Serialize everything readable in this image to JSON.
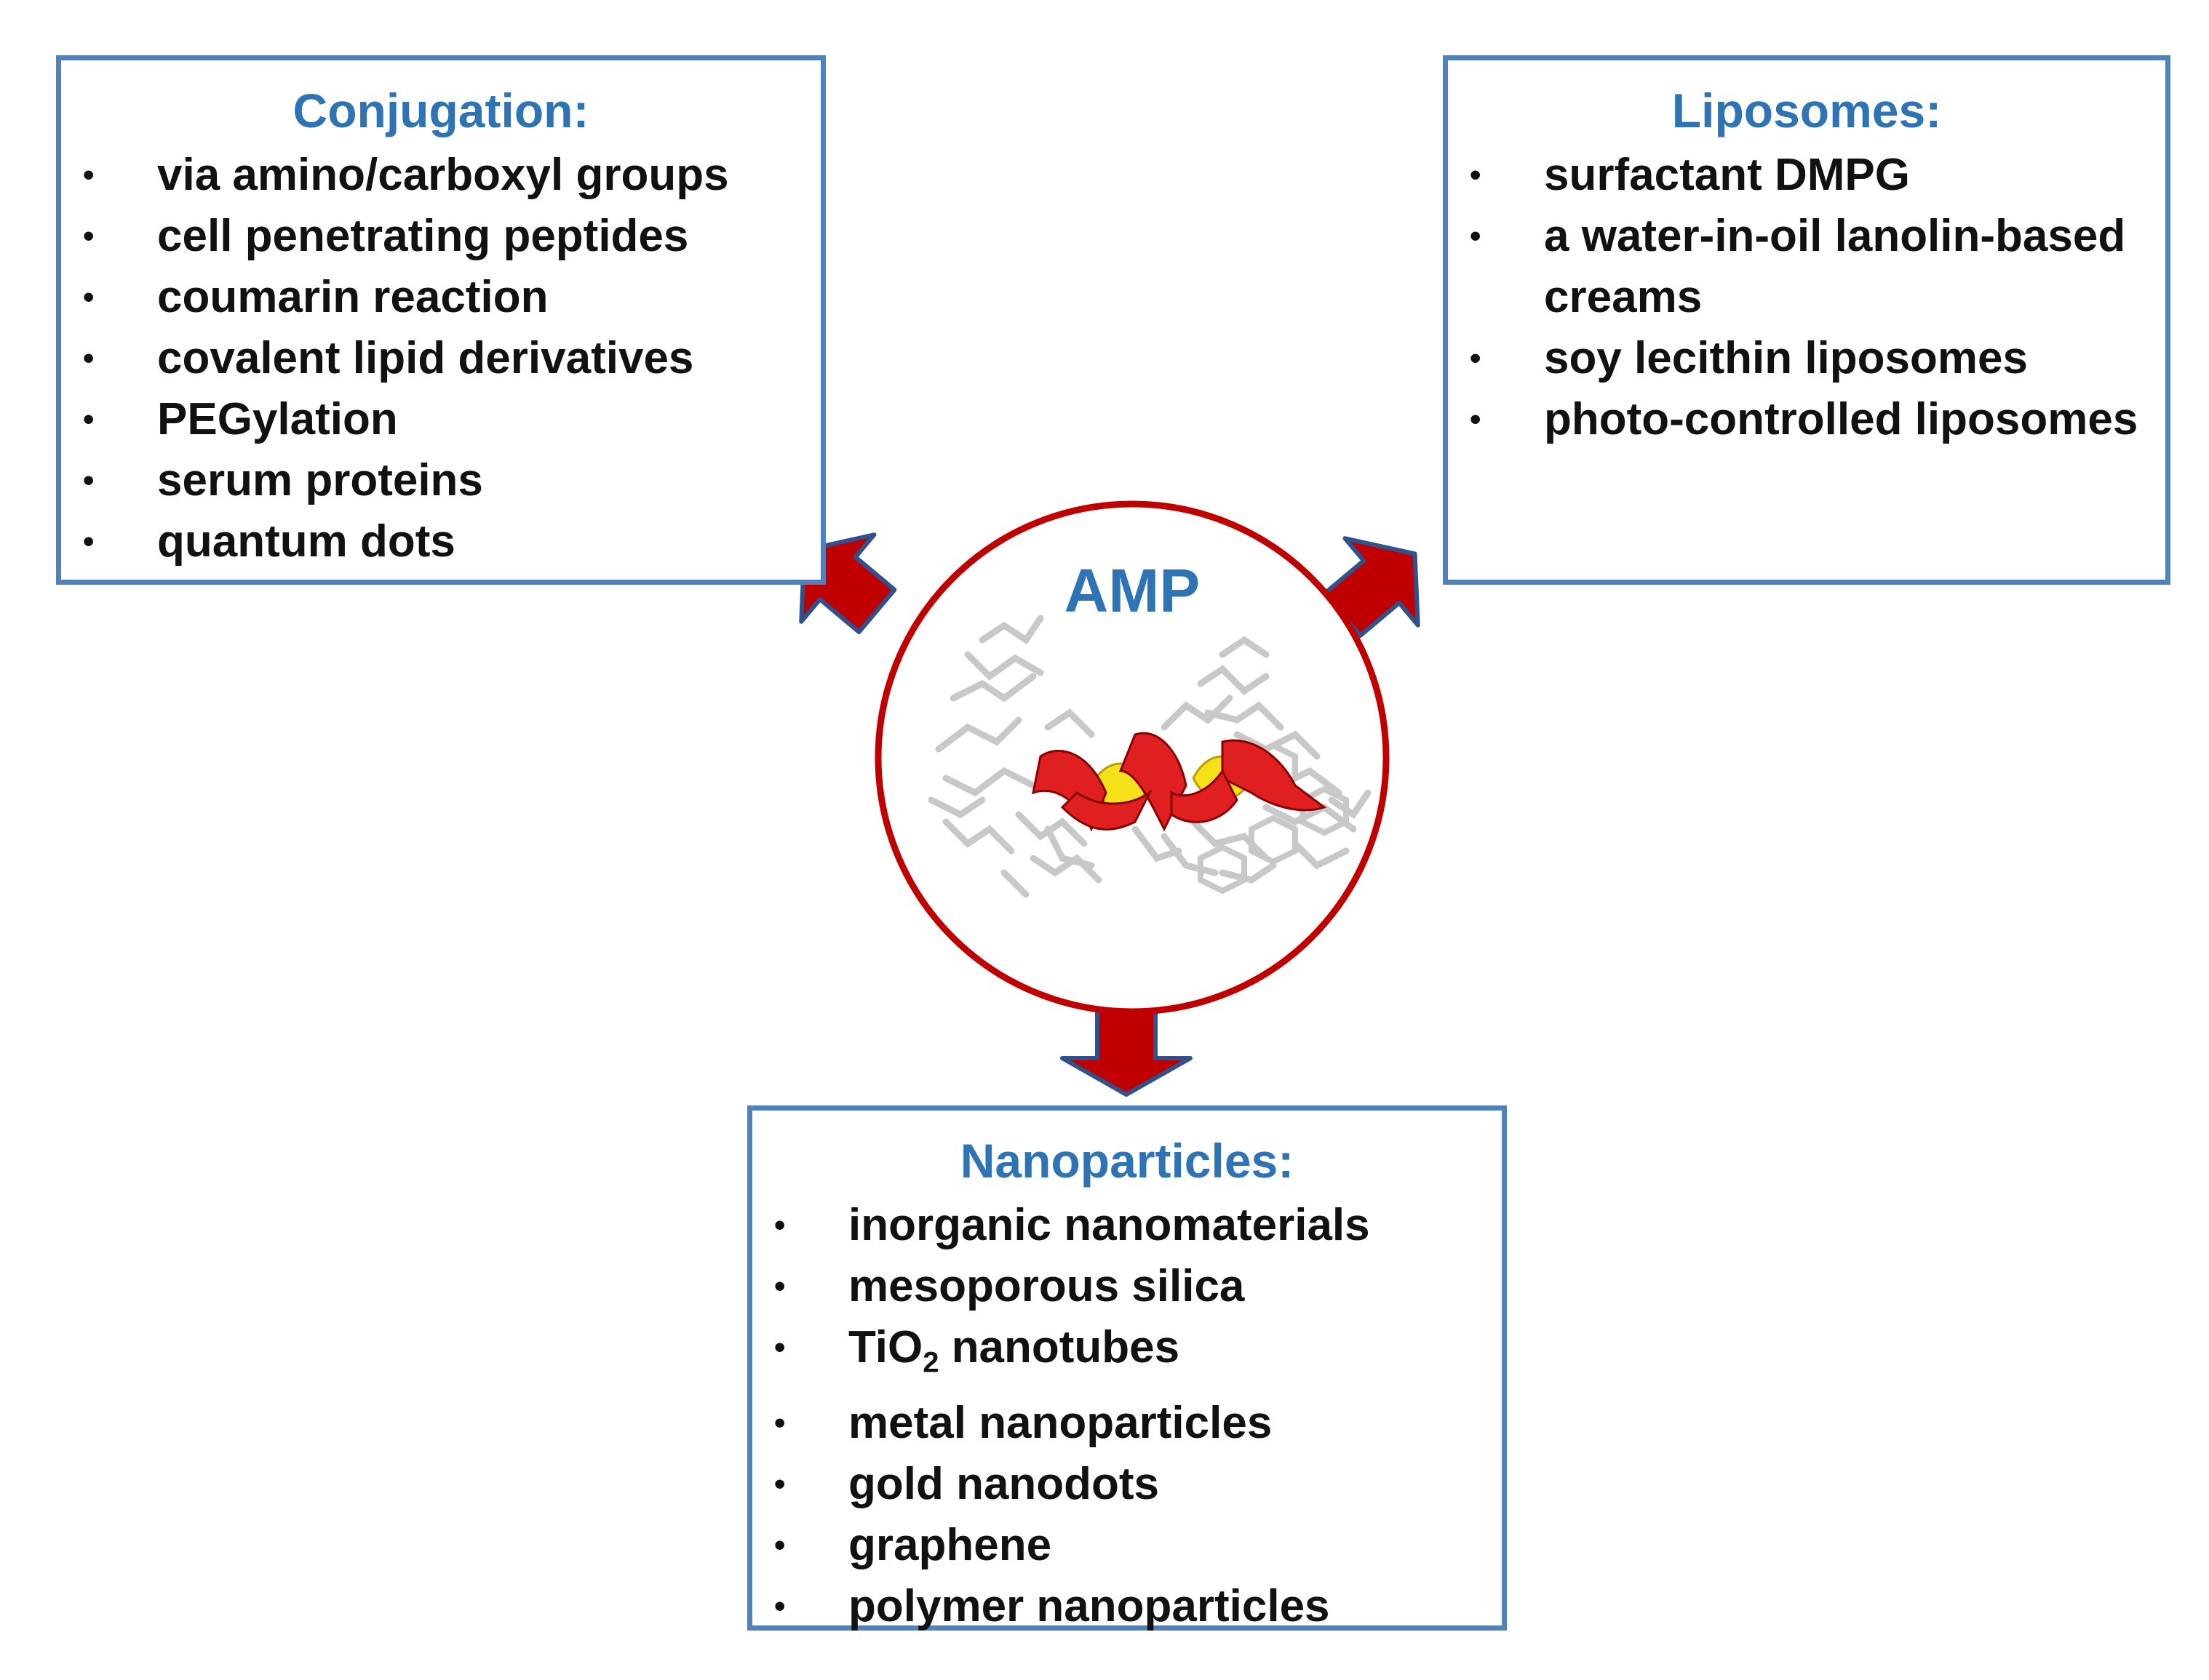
{
  "center": {
    "label": "AMP",
    "ring_color": "#c00000",
    "label_color": "#2e74b5"
  },
  "boxes": {
    "conjugation": {
      "title": "Conjugation:",
      "items": [
        "via amino/carboxyl groups",
        "cell penetrating peptides",
        "coumarin reaction",
        "covalent lipid derivatives",
        "PEGylation",
        "serum proteins",
        "quantum dots"
      ]
    },
    "liposomes": {
      "title": "Liposomes:",
      "items": [
        "surfactant DMPG",
        "a water-in-oil lanolin-based creams",
        "soy lecithin liposomes",
        "photo-controlled liposomes"
      ]
    },
    "nanoparticles": {
      "title": "Nanoparticles:",
      "items": [
        "inorganic nanomaterials",
        "mesoporous silica",
        "TiO",
        "2",
        "nanotubes",
        "metal nanoparticles",
        "gold nanodots",
        "graphene",
        "polymer nanoparticles"
      ]
    }
  },
  "colors": {
    "box_border": "#4f81bd",
    "title_text": "#2e74b5",
    "arrow_fill": "#c00000",
    "arrow_stroke": "#2f528f",
    "helix_red": "#e02020",
    "helix_yellow": "#f5e11a",
    "sticks": "#c8c8c8"
  }
}
